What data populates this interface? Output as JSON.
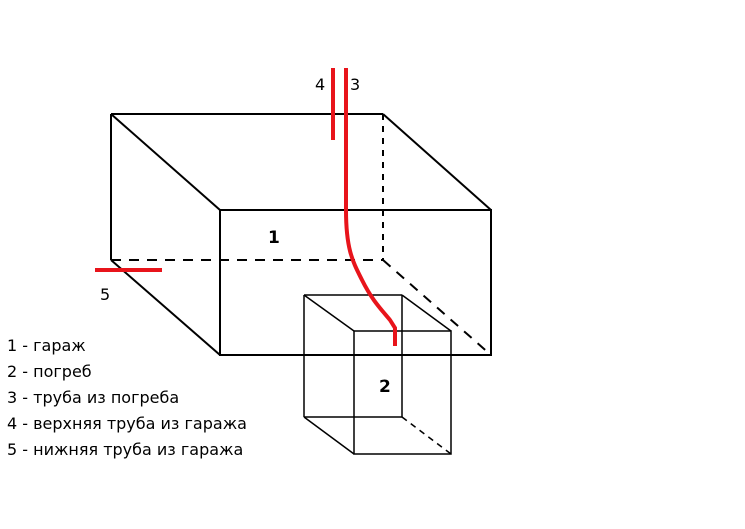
{
  "labels": {
    "garage": "1",
    "cellar": "2",
    "pipe_cellar": "3",
    "pipe_upper": "4",
    "pipe_lower": "5"
  },
  "legend": [
    "1 - гараж",
    "2 - погреб",
    "3 - труба из погреба",
    "4 - верхняя труба из гаража",
    "5 - нижняя труба из гаража"
  ],
  "colors": {
    "lines": "#000000",
    "pipes": "#e8141b",
    "background": "#ffffff"
  }
}
